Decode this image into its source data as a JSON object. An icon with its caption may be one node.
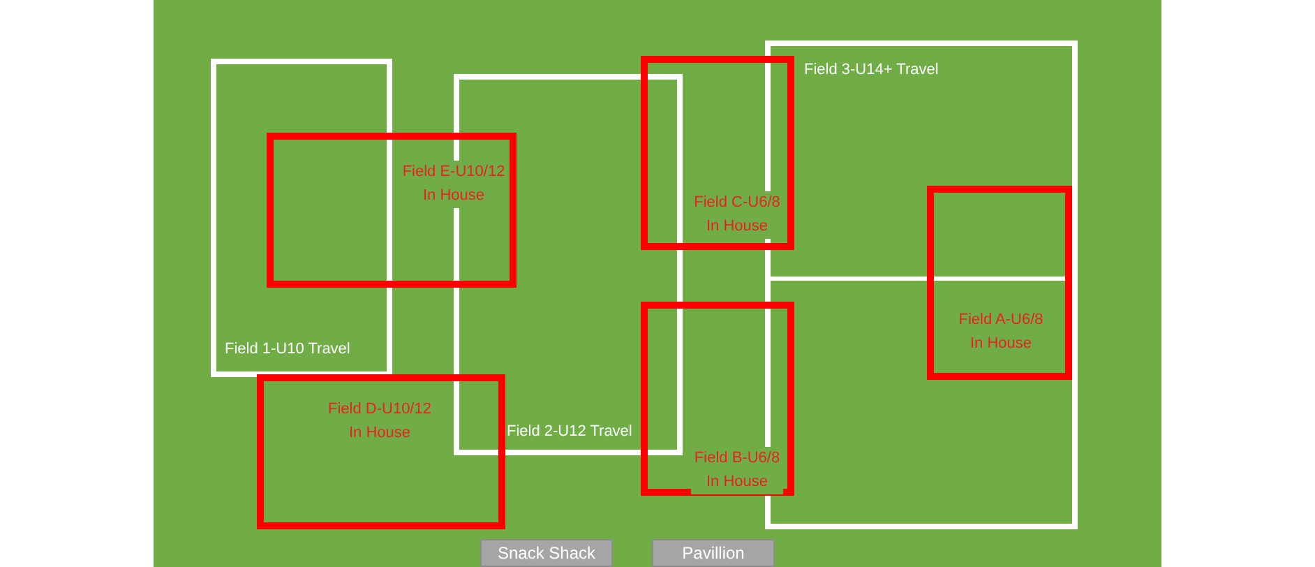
{
  "diagram": {
    "nodes": [
      {
        "text": [
          "Field 1-U10 Travel"
        ]
      },
      {
        "text": [
          "Field 2-U12 Travel"
        ]
      },
      {
        "text": [
          "Field 3-U14+ Travel"
        ]
      },
      {
        "text": [
          "Field E-U10/12 In House"
        ]
      },
      {
        "text": [
          "Field C-U6/8 In House"
        ]
      },
      {
        "text": [
          "Field A-U6/8 In House"
        ],
        "in": 2
      },
      {
        "text": [
          "Field D-U10/12 In House"
        ]
      },
      {
        "text": [
          "Field B-U6/8 In House"
        ]
      },
      {
        "text": [
          "Snack Shack"
        ]
      },
      {
        "text": [
          "Pavillion"
        ]
      }
    ]
  }
}
